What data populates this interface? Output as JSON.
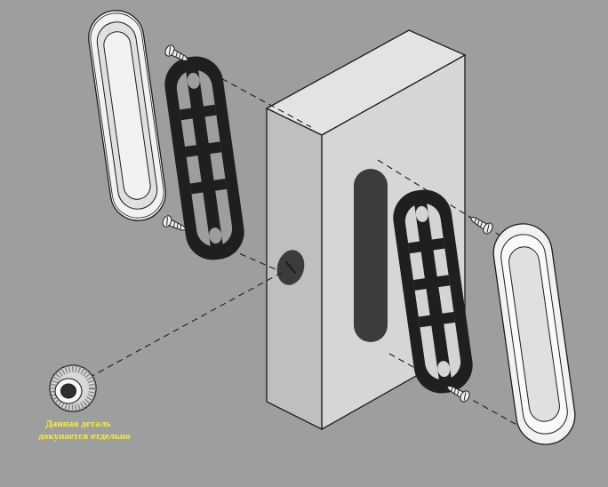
{
  "diagram": {
    "type": "exploded-assembly-diagram",
    "subject": "sliding-door flush pull handle set with thumb-turn",
    "annotation": {
      "line1": "Данная деталь",
      "line2": "докупается отдельно"
    },
    "parts": [
      "flush-pull-left",
      "mounting-gasket-left",
      "screw-top-left",
      "screw-bottom-left",
      "door-leaf-body",
      "thumb-turn-hole",
      "handle-recess",
      "mounting-gasket-right",
      "screw-top-right",
      "screw-bottom-right",
      "flush-pull-right",
      "thumb-turn-knob"
    ]
  },
  "colors": {
    "background": "#9e9e9e",
    "outline": "#1c1c1c",
    "accent_yellow": "#f2ef3f",
    "part_light": "#f2f2f2",
    "part_mid": "#e0e0e0",
    "part_dark": "#1f1f1f",
    "hole_dark": "#3c3c3c",
    "box_top": "#e3e3e3",
    "box_front": "#bfbfbf",
    "box_side": "#d6d6d6",
    "screw_metal": "#ededed",
    "knob_body": "#d8d8d8",
    "knob_face": "#f7f7f7",
    "knob_hole": "#2e2e2e"
  }
}
